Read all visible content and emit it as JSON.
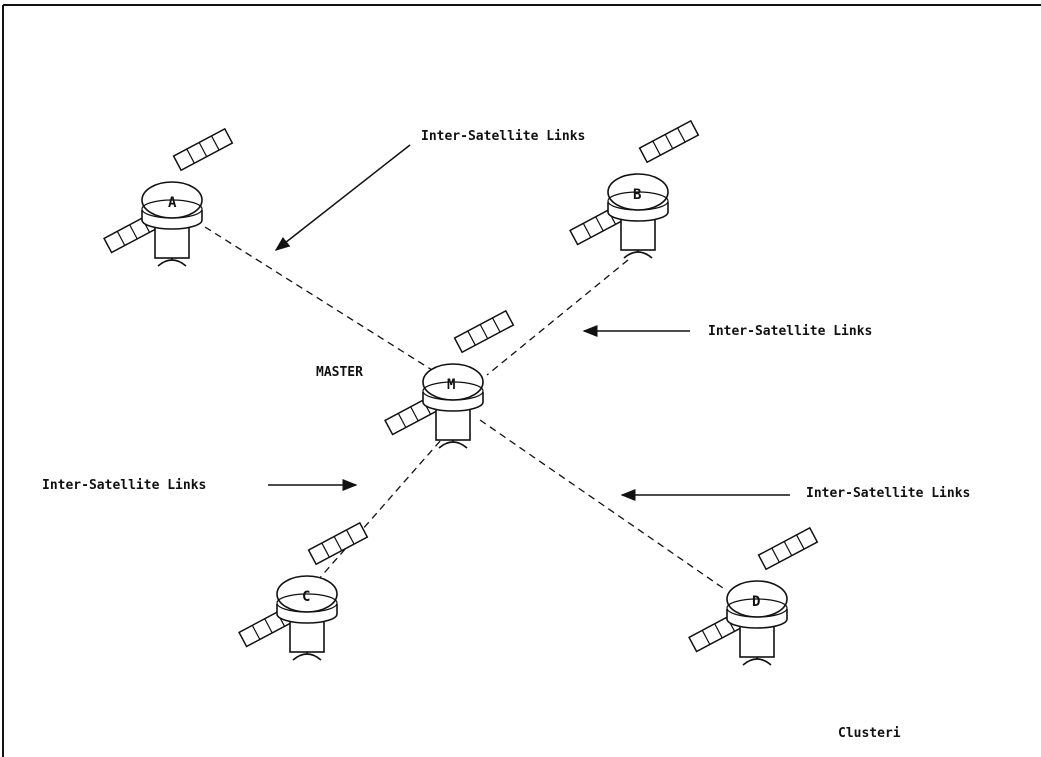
{
  "diagram": {
    "master_label": "MASTER",
    "cluster_label": "Clusteri",
    "satellites": [
      {
        "id": "A",
        "letter": "A"
      },
      {
        "id": "B",
        "letter": "B"
      },
      {
        "id": "M",
        "letter": "M"
      },
      {
        "id": "C",
        "letter": "C"
      },
      {
        "id": "D",
        "letter": "D"
      }
    ],
    "link_labels": {
      "top": "Inter-Satellite Links",
      "right_upper": "Inter-Satellite Links",
      "left": "Inter-Satellite Links",
      "right_lower": "Inter-Satellite Links"
    },
    "links": [
      {
        "from": "A",
        "to": "M"
      },
      {
        "from": "B",
        "to": "M"
      },
      {
        "from": "C",
        "to": "M"
      },
      {
        "from": "D",
        "to": "M"
      }
    ]
  }
}
